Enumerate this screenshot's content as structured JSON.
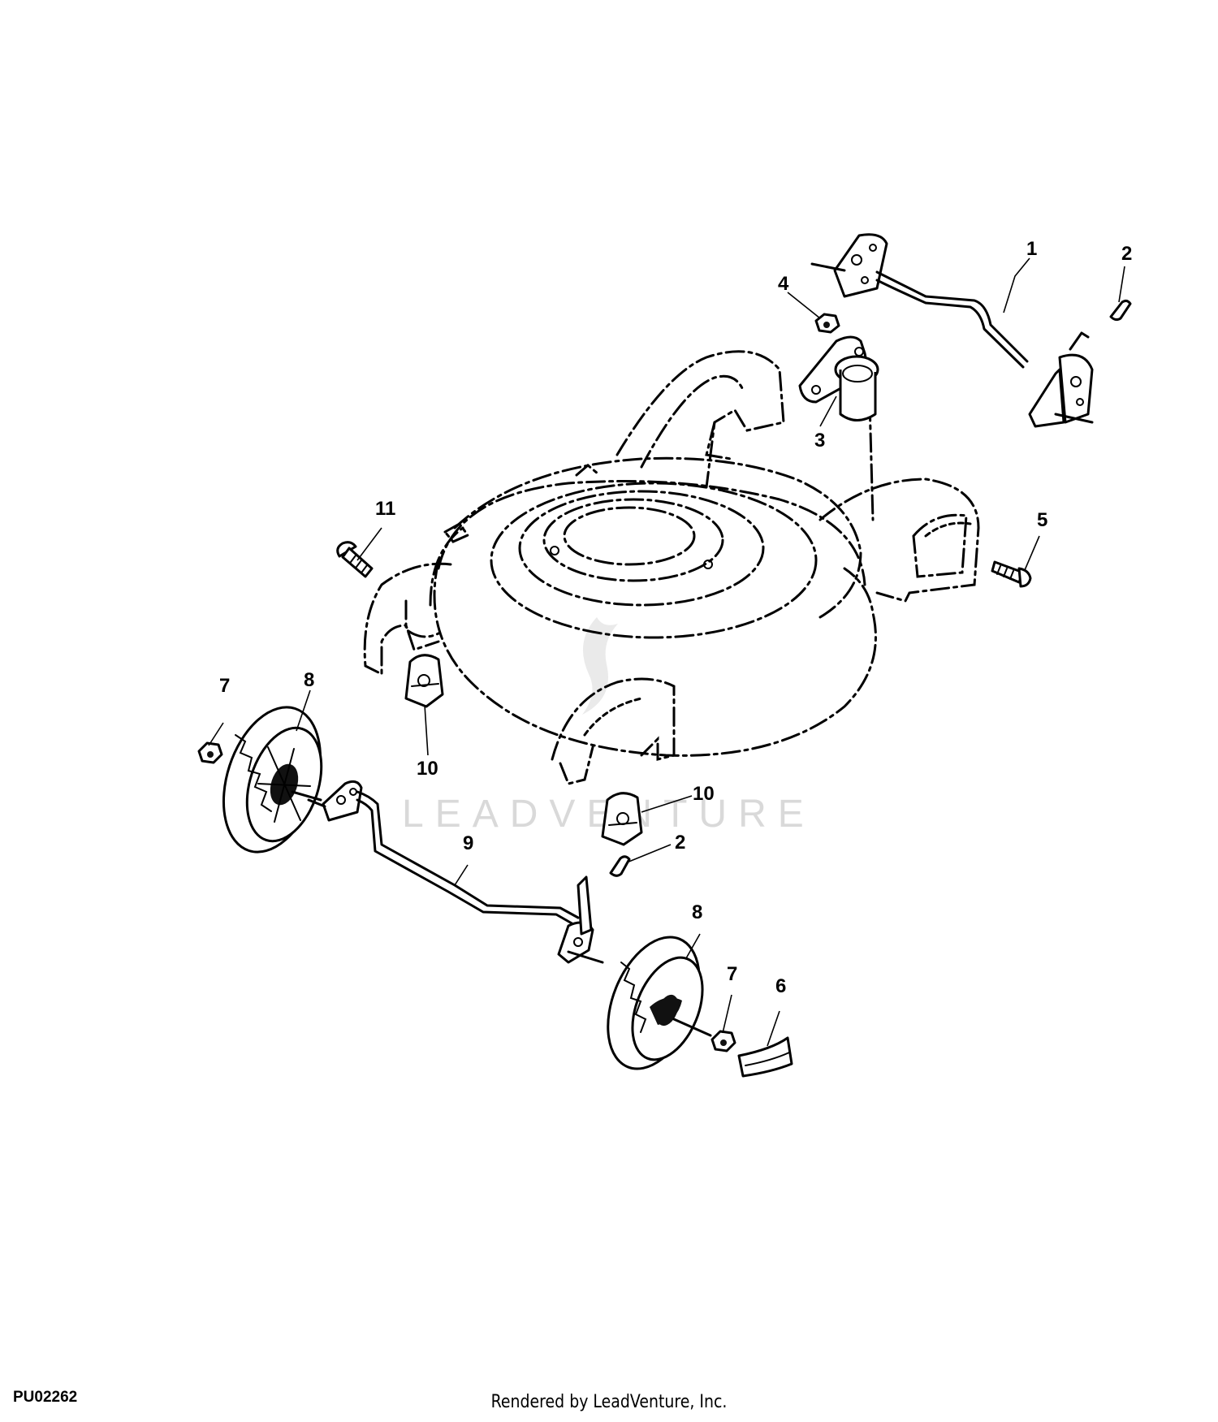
{
  "diagram": {
    "callouts": [
      {
        "id": "c1",
        "label": "1"
      },
      {
        "id": "c2a",
        "label": "2"
      },
      {
        "id": "c2b",
        "label": "2"
      },
      {
        "id": "c3",
        "label": "3"
      },
      {
        "id": "c4",
        "label": "4"
      },
      {
        "id": "c5",
        "label": "5"
      },
      {
        "id": "c6",
        "label": "6"
      },
      {
        "id": "c7a",
        "label": "7"
      },
      {
        "id": "c7b",
        "label": "7"
      },
      {
        "id": "c8a",
        "label": "8"
      },
      {
        "id": "c8b",
        "label": "8"
      },
      {
        "id": "c9",
        "label": "9"
      },
      {
        "id": "c10a",
        "label": "10"
      },
      {
        "id": "c10b",
        "label": "10"
      },
      {
        "id": "c11",
        "label": "11"
      }
    ],
    "watermark": "LEADVENTURE"
  },
  "footer": {
    "figure_id": "PU02262",
    "credit": "Rendered by LeadVenture, Inc."
  }
}
